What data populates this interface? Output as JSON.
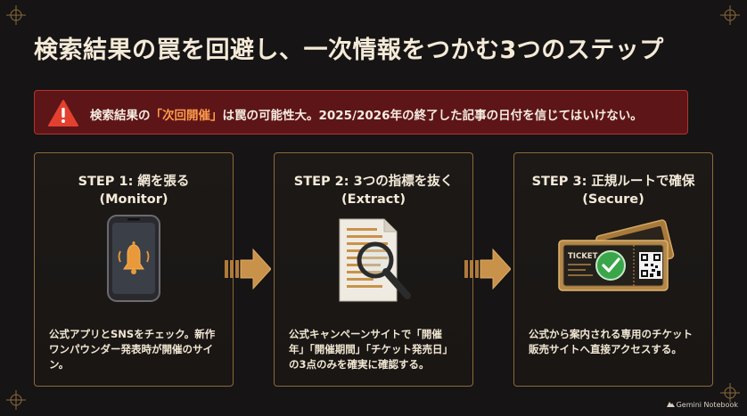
{
  "title": "検索結果の罠を回避し、一次情報をつかむ3つのステップ",
  "warning": {
    "pre": "検索結果の",
    "highlight": "「次回開催」",
    "post": "は罠の可能性大。2025/2026年の終了した記事の日付を信じてはいけない。"
  },
  "steps": [
    {
      "title": "STEP 1: 網を張る",
      "subtitle": "(Monitor)",
      "desc_lines": [
        "公式アプリとSNSをチェック。新作",
        "ワンパウンダー発表時が開催のサイ",
        "ン。"
      ],
      "icon": "phone-bell-icon"
    },
    {
      "title": "STEP 2: 3つの指標を抜く",
      "subtitle": "(Extract)",
      "desc_lines": [
        "公式キャンペーンサイトで「開催",
        "年」「開催期間」「チケット発売日」",
        "の3点のみを確実に確認する。"
      ],
      "icon": "document-magnifier-icon"
    },
    {
      "title": "STEP 3: 正規ルートで確保",
      "subtitle": "(Secure)",
      "desc_lines": [
        "公式から案内される専用のチケット",
        "販売サイトへ直接アクセスする。"
      ],
      "icon": "ticket-qr-icon",
      "ticket_label": "TICKET"
    }
  ],
  "branding": "Gemini Notebook",
  "colors": {
    "background": "#161414",
    "accent_gold": "#c8924a",
    "warning_bg": "#5d1518",
    "warning_highlight": "#ff9b4a"
  }
}
